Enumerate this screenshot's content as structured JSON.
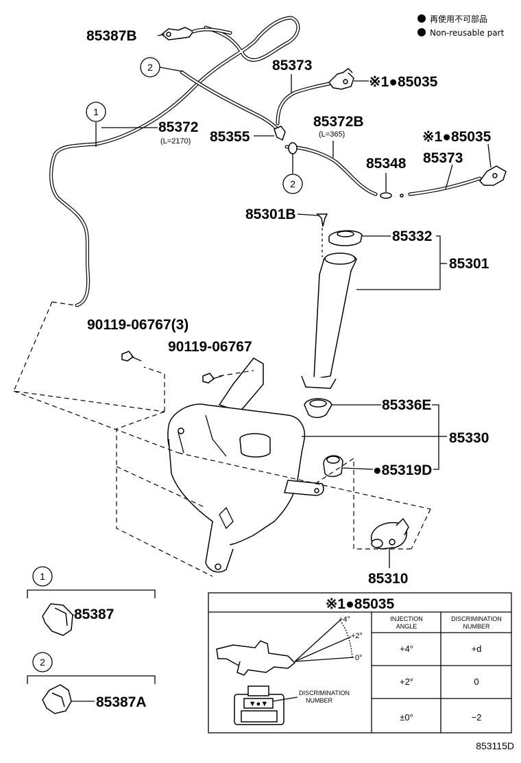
{
  "legend": {
    "jp": "再使用不可部品",
    "en": "Non-reusable part"
  },
  "parts": {
    "p85387B": "85387B",
    "p85373a": "85373",
    "p85035a": "※1●85035",
    "p85372": "85372",
    "p85372_len": "(L=2170)",
    "p85355": "85355",
    "p85372B": "85372B",
    "p85372B_len": "(L=365)",
    "p85035b": "※1●85035",
    "p85348": "85348",
    "p85373b": "85373",
    "p85301B": "85301B",
    "p85332": "85332",
    "p85301": "85301",
    "p90119a": "90119-06767(3)",
    "p90119b": "90119-06767",
    "p85336E": "85336E",
    "p85330": "85330",
    "p85319D": "●85319D",
    "p85310": "85310",
    "p85387": "85387",
    "p85387A": "85387A"
  },
  "callouts": {
    "c1": "1",
    "c2": "2"
  },
  "inset": {
    "title": "※1●85035",
    "col1": [
      "INJECTION",
      "ANGLE"
    ],
    "col2": [
      "DISCRIMINATION",
      "NUMBER"
    ],
    "rows": [
      {
        "angle": "+4°",
        "number": "+d"
      },
      {
        "angle": "+2°",
        "number": "0"
      },
      {
        "angle": "±0°",
        "number": "−2"
      }
    ],
    "angle_labels": [
      "+4°",
      "+2°",
      "0°"
    ],
    "disc_label": [
      "DISCRIMINATION",
      "NUMBER"
    ],
    "disc_mark": "▼●▼"
  },
  "diagram_code": "853115D"
}
